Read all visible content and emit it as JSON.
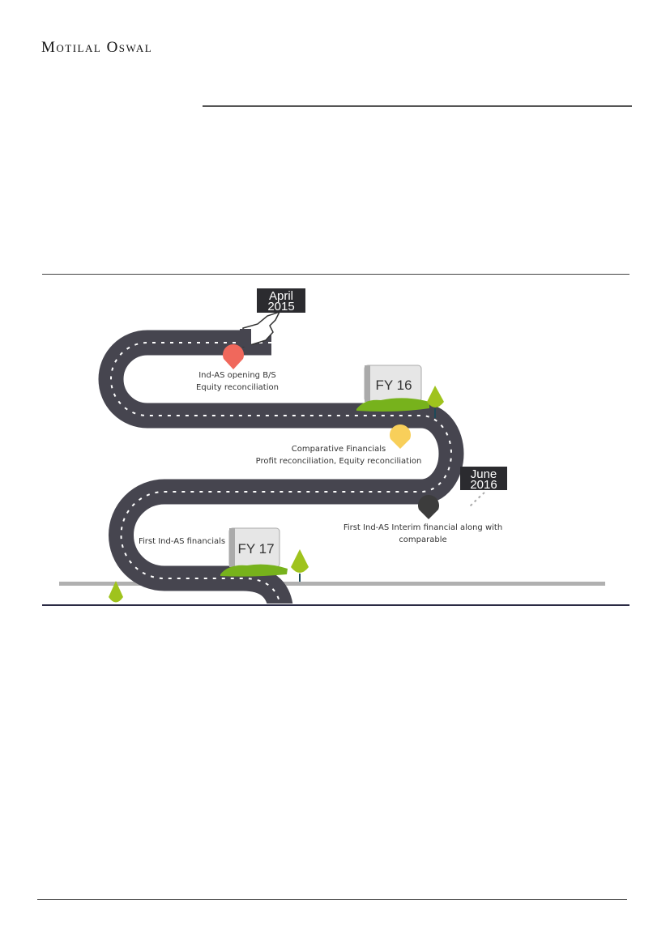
{
  "header": {
    "logo": "Motilal Oswal"
  },
  "roadmap": {
    "start_sign": {
      "line1": "April",
      "line2": "2015"
    },
    "mid_sign": {
      "line1": "June",
      "line2": "2016"
    },
    "fy16": "FY 16",
    "fy17": "FY 17",
    "milestones": [
      {
        "line1": "Ind-AS opening B/S",
        "line2": "Equity reconciliation",
        "color": "#f0685c"
      },
      {
        "line1": "Comparative Financials",
        "line2": "Profit reconciliation, Equity reconciliation",
        "color": "#f8cf5a"
      },
      {
        "line1": "First Ind-AS Interim financial along with",
        "line2": "comparable",
        "color": "#3c3c3c"
      },
      {
        "line1": "First Ind-AS financials",
        "line2": "",
        "color": "#4b4b4b"
      }
    ],
    "road_color": "#46454f"
  }
}
